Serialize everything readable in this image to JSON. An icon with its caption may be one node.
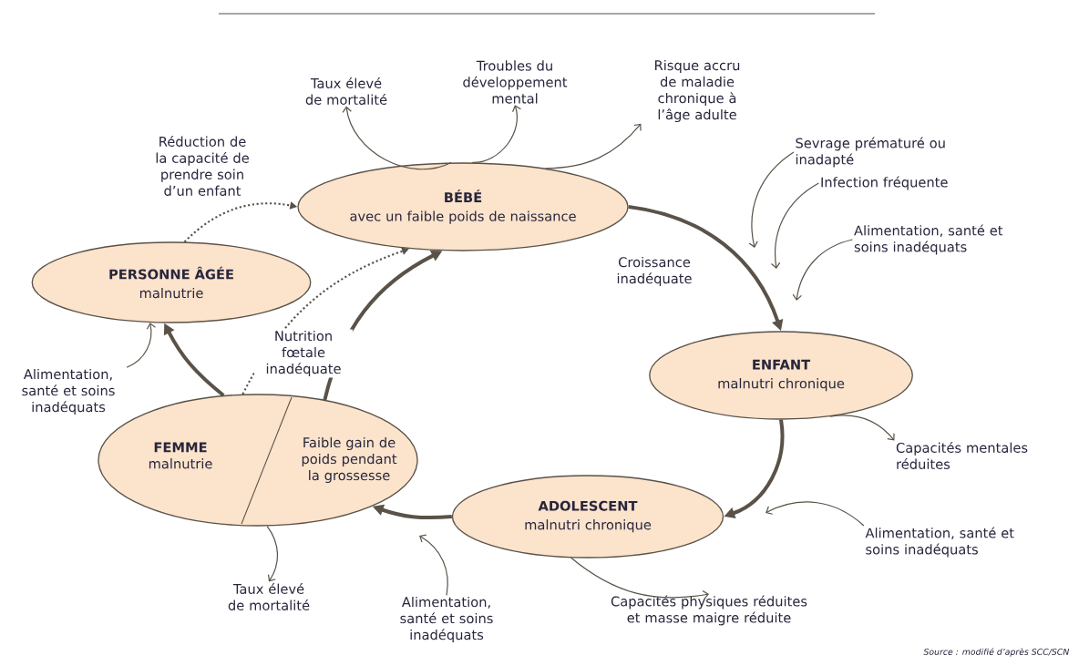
{
  "diagram": {
    "nodes": [
      {
        "text": [
          "BÉBÉ",
          "avec un faible poids de naissance"
        ]
      },
      {
        "text": [
          "ENFANT",
          "malnutri chronique"
        ]
      },
      {
        "text": [
          "ADOLESCENT",
          "malnutri chronique"
        ]
      },
      {
        "text": [
          "FEMME",
          "malnutrie",
          "Faible gain de poids pendant la grossesse"
        ]
      },
      {
        "text": [
          "PERSONNE ÂGÉE",
          "malnutrie"
        ]
      },
      {
        "text": [
          "Taux élevé de mortalité"
        ]
      },
      {
        "text": [
          "Troubles du développement mental"
        ]
      },
      {
        "text": [
          "Risque accru de maladie chronique à l’âge adulte"
        ]
      },
      {
        "text": [
          "Sevrage prématuré ou inadapté"
        ]
      },
      {
        "text": [
          "Infection fréquente"
        ]
      },
      {
        "text": [
          "Alimentation, santé et soins inadéquats"
        ]
      },
      {
        "text": [
          "Capacités mentales réduites"
        ]
      },
      {
        "text": [
          "Alimentation, santé et soins inadéquats"
        ]
      },
      {
        "text": [
          "Capacités physiques réduites et masse maigre réduite"
        ]
      },
      {
        "text": [
          "Alimentation, santé et soins inadéquats"
        ]
      },
      {
        "text": [
          "Taux élevé de mortalité"
        ]
      },
      {
        "text": [
          "Alimentation, santé et soins inadéquats"
        ]
      }
    ],
    "edges": [
      {
        "from": 0,
        "to": 1,
        "arrow": "to",
        "label": "Croissance inadéquate",
        "style": "thick"
      },
      {
        "from": 1,
        "to": 2,
        "arrow": "to",
        "style": "thick"
      },
      {
        "from": 2,
        "to": 3,
        "arrow": "to",
        "style": "thick"
      },
      {
        "from": 3,
        "to": 0,
        "arrow": "to",
        "style": "thick"
      },
      {
        "from": 3,
        "to": 4,
        "arrow": "to",
        "style": "thick"
      },
      {
        "from": 4,
        "to": 0,
        "arrow": "to",
        "label": "Réduction de la capacité de prendre soin d’un enfant",
        "style": "dashed"
      },
      {
        "from": 3,
        "to": 0,
        "arrow": "to",
        "label": "Nutrition fœtale inadéquate",
        "style": "dashed"
      },
      {
        "from": 0,
        "to": 5,
        "arrow": "to"
      },
      {
        "from": 0,
        "to": 6,
        "arrow": "to"
      },
      {
        "from": 0,
        "to": 7,
        "arrow": "to"
      },
      {
        "from": 8,
        "to": null,
        "arrow": "to"
      },
      {
        "from": 9,
        "to": null,
        "arrow": "to"
      },
      {
        "from": 10,
        "to": null,
        "arrow": "to"
      },
      {
        "from": 1,
        "to": 11,
        "arrow": "to"
      },
      {
        "from": 12,
        "to": null,
        "arrow": "to"
      },
      {
        "from": 2,
        "to": 13,
        "arrow": "to"
      },
      {
        "from": 14,
        "to": null,
        "arrow": "to"
      },
      {
        "from": 3,
        "to": 15,
        "arrow": "to"
      },
      {
        "from": 16,
        "to": 4,
        "arrow": "to"
      }
    ],
    "labels": [
      "Source : modifié d’après SCC/SCN"
    ]
  }
}
